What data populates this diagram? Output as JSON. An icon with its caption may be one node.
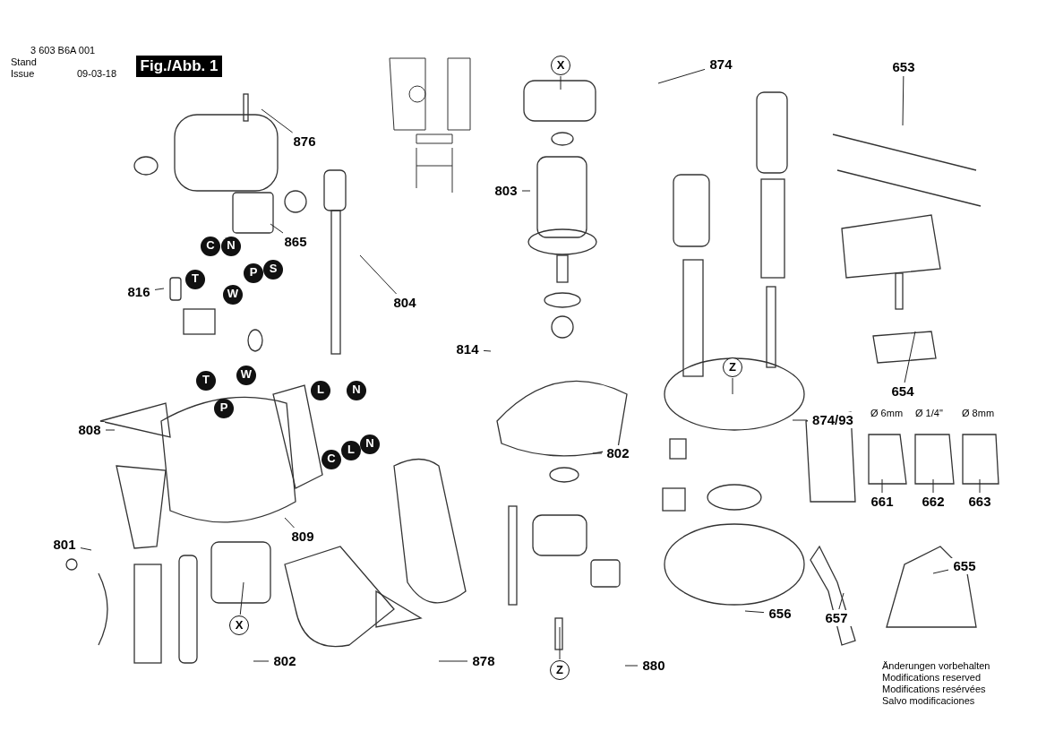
{
  "diagram": {
    "nodes": [
      {
        "text": [
          "Fig./Abb. 1"
        ]
      },
      {
        "text": [
          "X"
        ]
      },
      {
        "text": [
          "874"
        ]
      },
      {
        "text": [
          "653"
        ]
      },
      {
        "text": [
          "876"
        ]
      },
      {
        "text": [
          "803"
        ]
      },
      {
        "text": [
          "C"
        ]
      },
      {
        "text": [
          "N"
        ]
      },
      {
        "text": [
          "865"
        ]
      },
      {
        "text": [
          "P"
        ]
      },
      {
        "text": [
          "S"
        ]
      },
      {
        "text": [
          "T"
        ]
      },
      {
        "text": [
          "816"
        ]
      },
      {
        "text": [
          "W"
        ]
      },
      {
        "text": [
          "804"
        ]
      },
      {
        "text": [
          "814"
        ]
      },
      {
        "text": [
          "Z"
        ]
      },
      {
        "text": [
          "T"
        ]
      },
      {
        "text": [
          "W"
        ]
      },
      {
        "text": [
          "L"
        ]
      },
      {
        "text": [
          "N"
        ]
      },
      {
        "text": [
          "654"
        ]
      },
      {
        "text": [
          "P"
        ]
      },
      {
        "text": [
          "874/93"
        ]
      },
      {
        "text": [
          "808"
        ]
      },
      {
        "text": [
          "N"
        ]
      },
      {
        "text": [
          "L"
        ]
      },
      {
        "text": [
          "C"
        ]
      },
      {
        "text": [
          "802"
        ]
      },
      {
        "text": [
          "661"
        ]
      },
      {
        "text": [
          "662"
        ]
      },
      {
        "text": [
          "663"
        ]
      },
      {
        "text": [
          "809"
        ]
      },
      {
        "text": [
          "801"
        ]
      },
      {
        "text": [
          "655"
        ]
      },
      {
        "text": [
          "656"
        ]
      },
      {
        "text": [
          "657"
        ]
      },
      {
        "text": [
          "X"
        ]
      },
      {
        "text": [
          "802"
        ]
      },
      {
        "text": [
          "878"
        ]
      },
      {
        "text": [
          "880"
        ]
      },
      {
        "text": [
          "Z"
        ]
      }
    ],
    "edges": [
      {
        "from": 1,
        "to": null,
        "arrow": "none"
      },
      {
        "from": 2,
        "to": null,
        "arrow": "none"
      },
      {
        "from": 3,
        "to": null,
        "arrow": "none"
      },
      {
        "from": 4,
        "to": null,
        "arrow": "none"
      },
      {
        "from": 5,
        "to": null,
        "arrow": "none"
      },
      {
        "from": 8,
        "to": null,
        "arrow": "none"
      },
      {
        "from": 12,
        "to": null,
        "arrow": "none"
      },
      {
        "from": 14,
        "to": null,
        "arrow": "none"
      },
      {
        "from": 15,
        "to": null,
        "arrow": "none"
      },
      {
        "from": 16,
        "to": null,
        "arrow": "none"
      },
      {
        "from": 21,
        "to": null,
        "arrow": "none"
      },
      {
        "from": 23,
        "to": null,
        "arrow": "none"
      },
      {
        "from": 24,
        "to": null,
        "arrow": "none"
      },
      {
        "from": 28,
        "to": null,
        "arrow": "none"
      },
      {
        "from": 29,
        "to": null,
        "arrow": "none"
      },
      {
        "from": 30,
        "to": null,
        "arrow": "none"
      },
      {
        "from": 31,
        "to": null,
        "arrow": "none"
      },
      {
        "from": 32,
        "to": null,
        "arrow": "none"
      },
      {
        "from": 33,
        "to": null,
        "arrow": "none"
      },
      {
        "from": 34,
        "to": null,
        "arrow": "none"
      },
      {
        "from": 35,
        "to": null,
        "arrow": "none"
      },
      {
        "from": 36,
        "to": null,
        "arrow": "none"
      },
      {
        "from": 37,
        "to": null,
        "arrow": "none"
      },
      {
        "from": 38,
        "to": null,
        "arrow": "none"
      },
      {
        "from": 39,
        "to": null,
        "arrow": "none"
      },
      {
        "from": 40,
        "to": null,
        "arrow": "none"
      },
      {
        "from": 41,
        "to": null,
        "arrow": "none"
      }
    ],
    "labels": [
      "3 603 B6A 001",
      "Stand",
      "Issue",
      "09-03-18",
      "Ø 6mm",
      "Ø 1/4\"",
      "Ø 8mm",
      "Änderungen vorbehalten",
      "Modifications reserved",
      "Modifications resérvées",
      "Salvo modificaciones"
    ]
  }
}
